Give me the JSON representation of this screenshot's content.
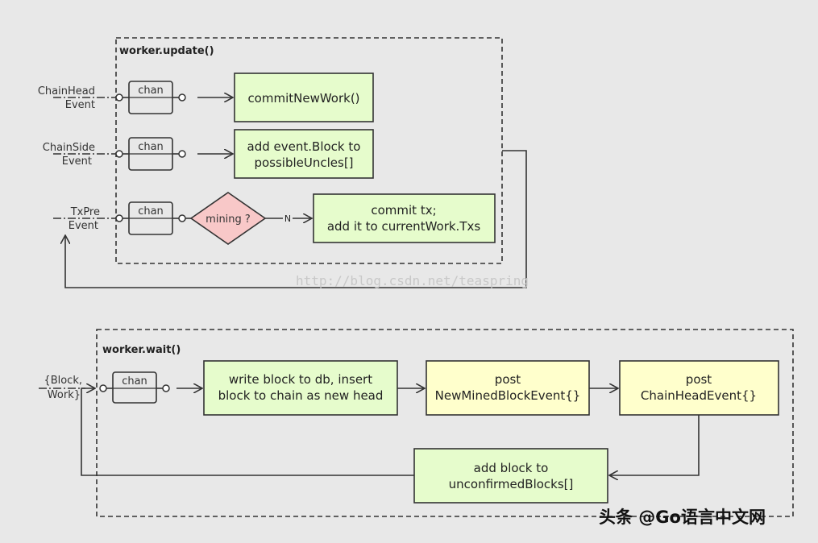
{
  "update_section": {
    "title": "worker.update()",
    "inputs": [
      {
        "line1": "ChainHead",
        "line2": "Event"
      },
      {
        "line1": "ChainSide",
        "line2": "Event"
      },
      {
        "line1": "TxPre",
        "line2": "Event"
      }
    ],
    "chan_label": "chan",
    "box_commit": "commitNewWork()",
    "box_uncles": {
      "line1": "add event.Block to",
      "line2": "possibleUncles[]"
    },
    "decision": "mining ?",
    "decision_no": "N",
    "box_tx": {
      "line1": "commit tx;",
      "line2": "add it to currentWork.Txs"
    }
  },
  "wait_section": {
    "title": "worker.wait()",
    "input": {
      "line1": "{Block,",
      "line2": "Work}"
    },
    "chan_label": "chan",
    "box_write": {
      "line1": "write block to db, insert",
      "line2": "block to chain as new head"
    },
    "box_post_mined": {
      "line1": "post",
      "line2": "NewMinedBlockEvent{}"
    },
    "box_post_head": {
      "line1": "post",
      "line2": "ChainHeadEvent{}"
    },
    "box_unconfirmed": {
      "line1": "add block to",
      "line2": "unconfirmedBlocks[]"
    }
  },
  "watermark": "http://blog.csdn.net/teaspring",
  "brand": "头条 @Go语言中文网",
  "colors": {
    "background": "#e8e8e8",
    "green_box": "#e6fccc",
    "yellow_box": "#ffffcc",
    "decision": "#f8c8c8",
    "stroke": "#333333"
  }
}
